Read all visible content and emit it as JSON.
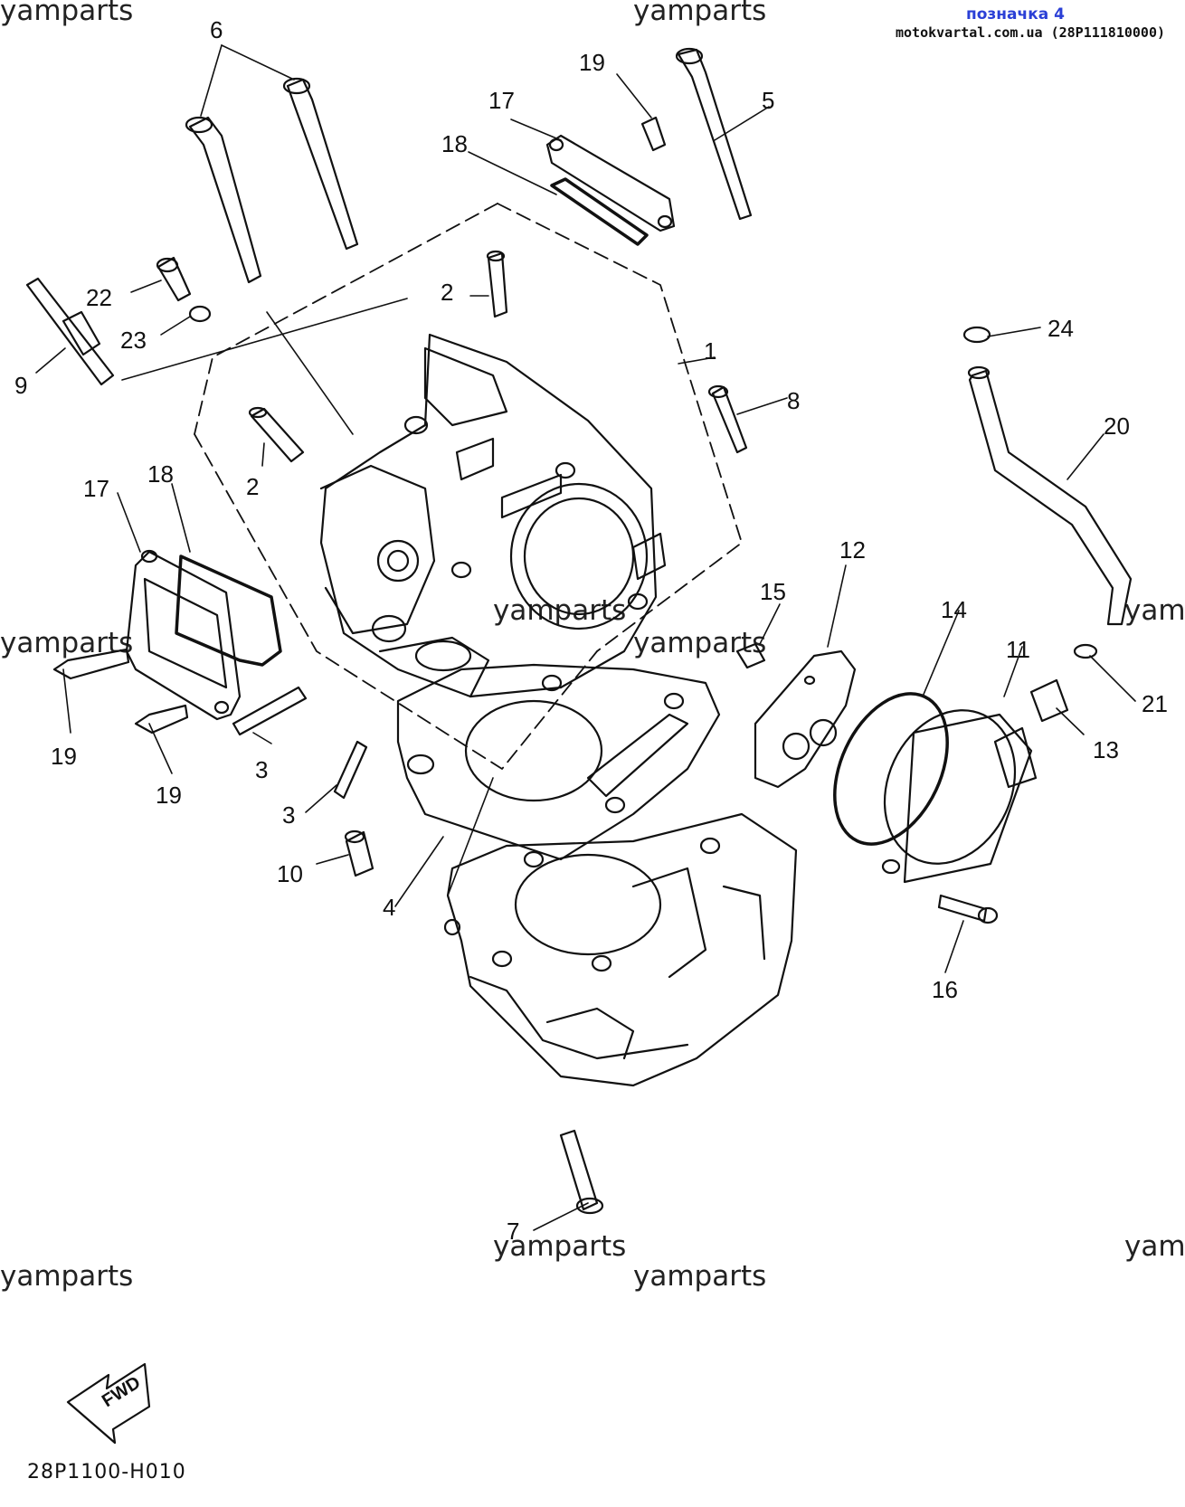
{
  "header": {
    "link_text": "позначка 4",
    "source": "motokvartal.com.ua (28P111810000)"
  },
  "watermarks": [
    "yamparts",
    "yamparts",
    "yamparts",
    "yamparts",
    "yamparts",
    "yamparts",
    "yamparts",
    "yamparts",
    "yamp",
    "yamp"
  ],
  "diagram": {
    "code": "28P1100-H010",
    "fwd_label": "FWD",
    "callouts": [
      "6",
      "19",
      "17",
      "18",
      "5",
      "2",
      "22",
      "23",
      "9",
      "1",
      "8",
      "2",
      "17",
      "18",
      "24",
      "20",
      "12",
      "15",
      "14",
      "11",
      "19",
      "3",
      "19",
      "3",
      "10",
      "4",
      "21",
      "13",
      "16",
      "7"
    ]
  }
}
